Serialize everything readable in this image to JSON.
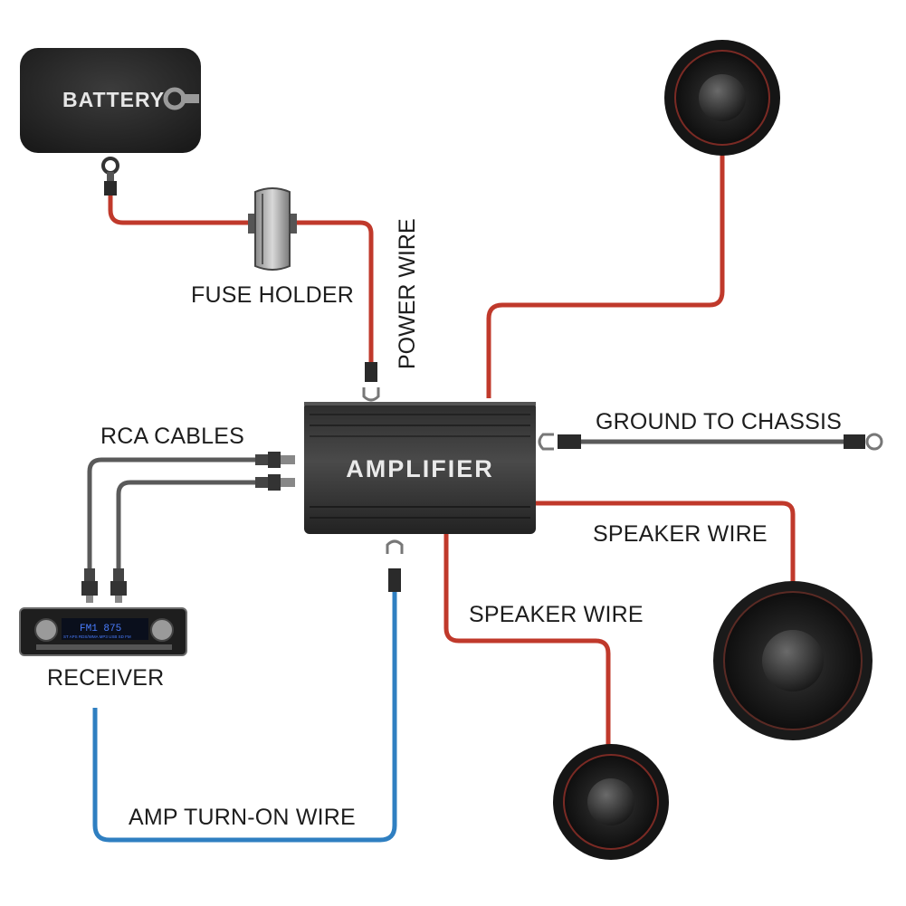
{
  "labels": {
    "battery": "BATTERY",
    "fuse_holder": "FUSE HOLDER",
    "power_wire": "POWER WIRE",
    "amplifier": "AMPLIFIER",
    "rca_cables": "RCA CABLES",
    "ground": "GROUND TO CHASSIS",
    "speaker_wire_right": "SPEAKER WIRE",
    "speaker_wire_bottom": "SPEAKER WIRE",
    "receiver": "RECEIVER",
    "amp_turn_on": "AMP TURN-ON WIRE"
  },
  "receiver_display": {
    "line1": "FM1 875",
    "line2": "ST APS RDS/WMA MP3 USB SD FM"
  },
  "colors": {
    "power_wire": "#c0392b",
    "speaker_wire": "#c0392b",
    "ground_wire": "#5a5a5a",
    "rca_cable": "#5a5a5a",
    "turn_on_wire": "#2f7fc1",
    "device_body": "#3b3b3b",
    "label_text": "#1d1d1d"
  }
}
